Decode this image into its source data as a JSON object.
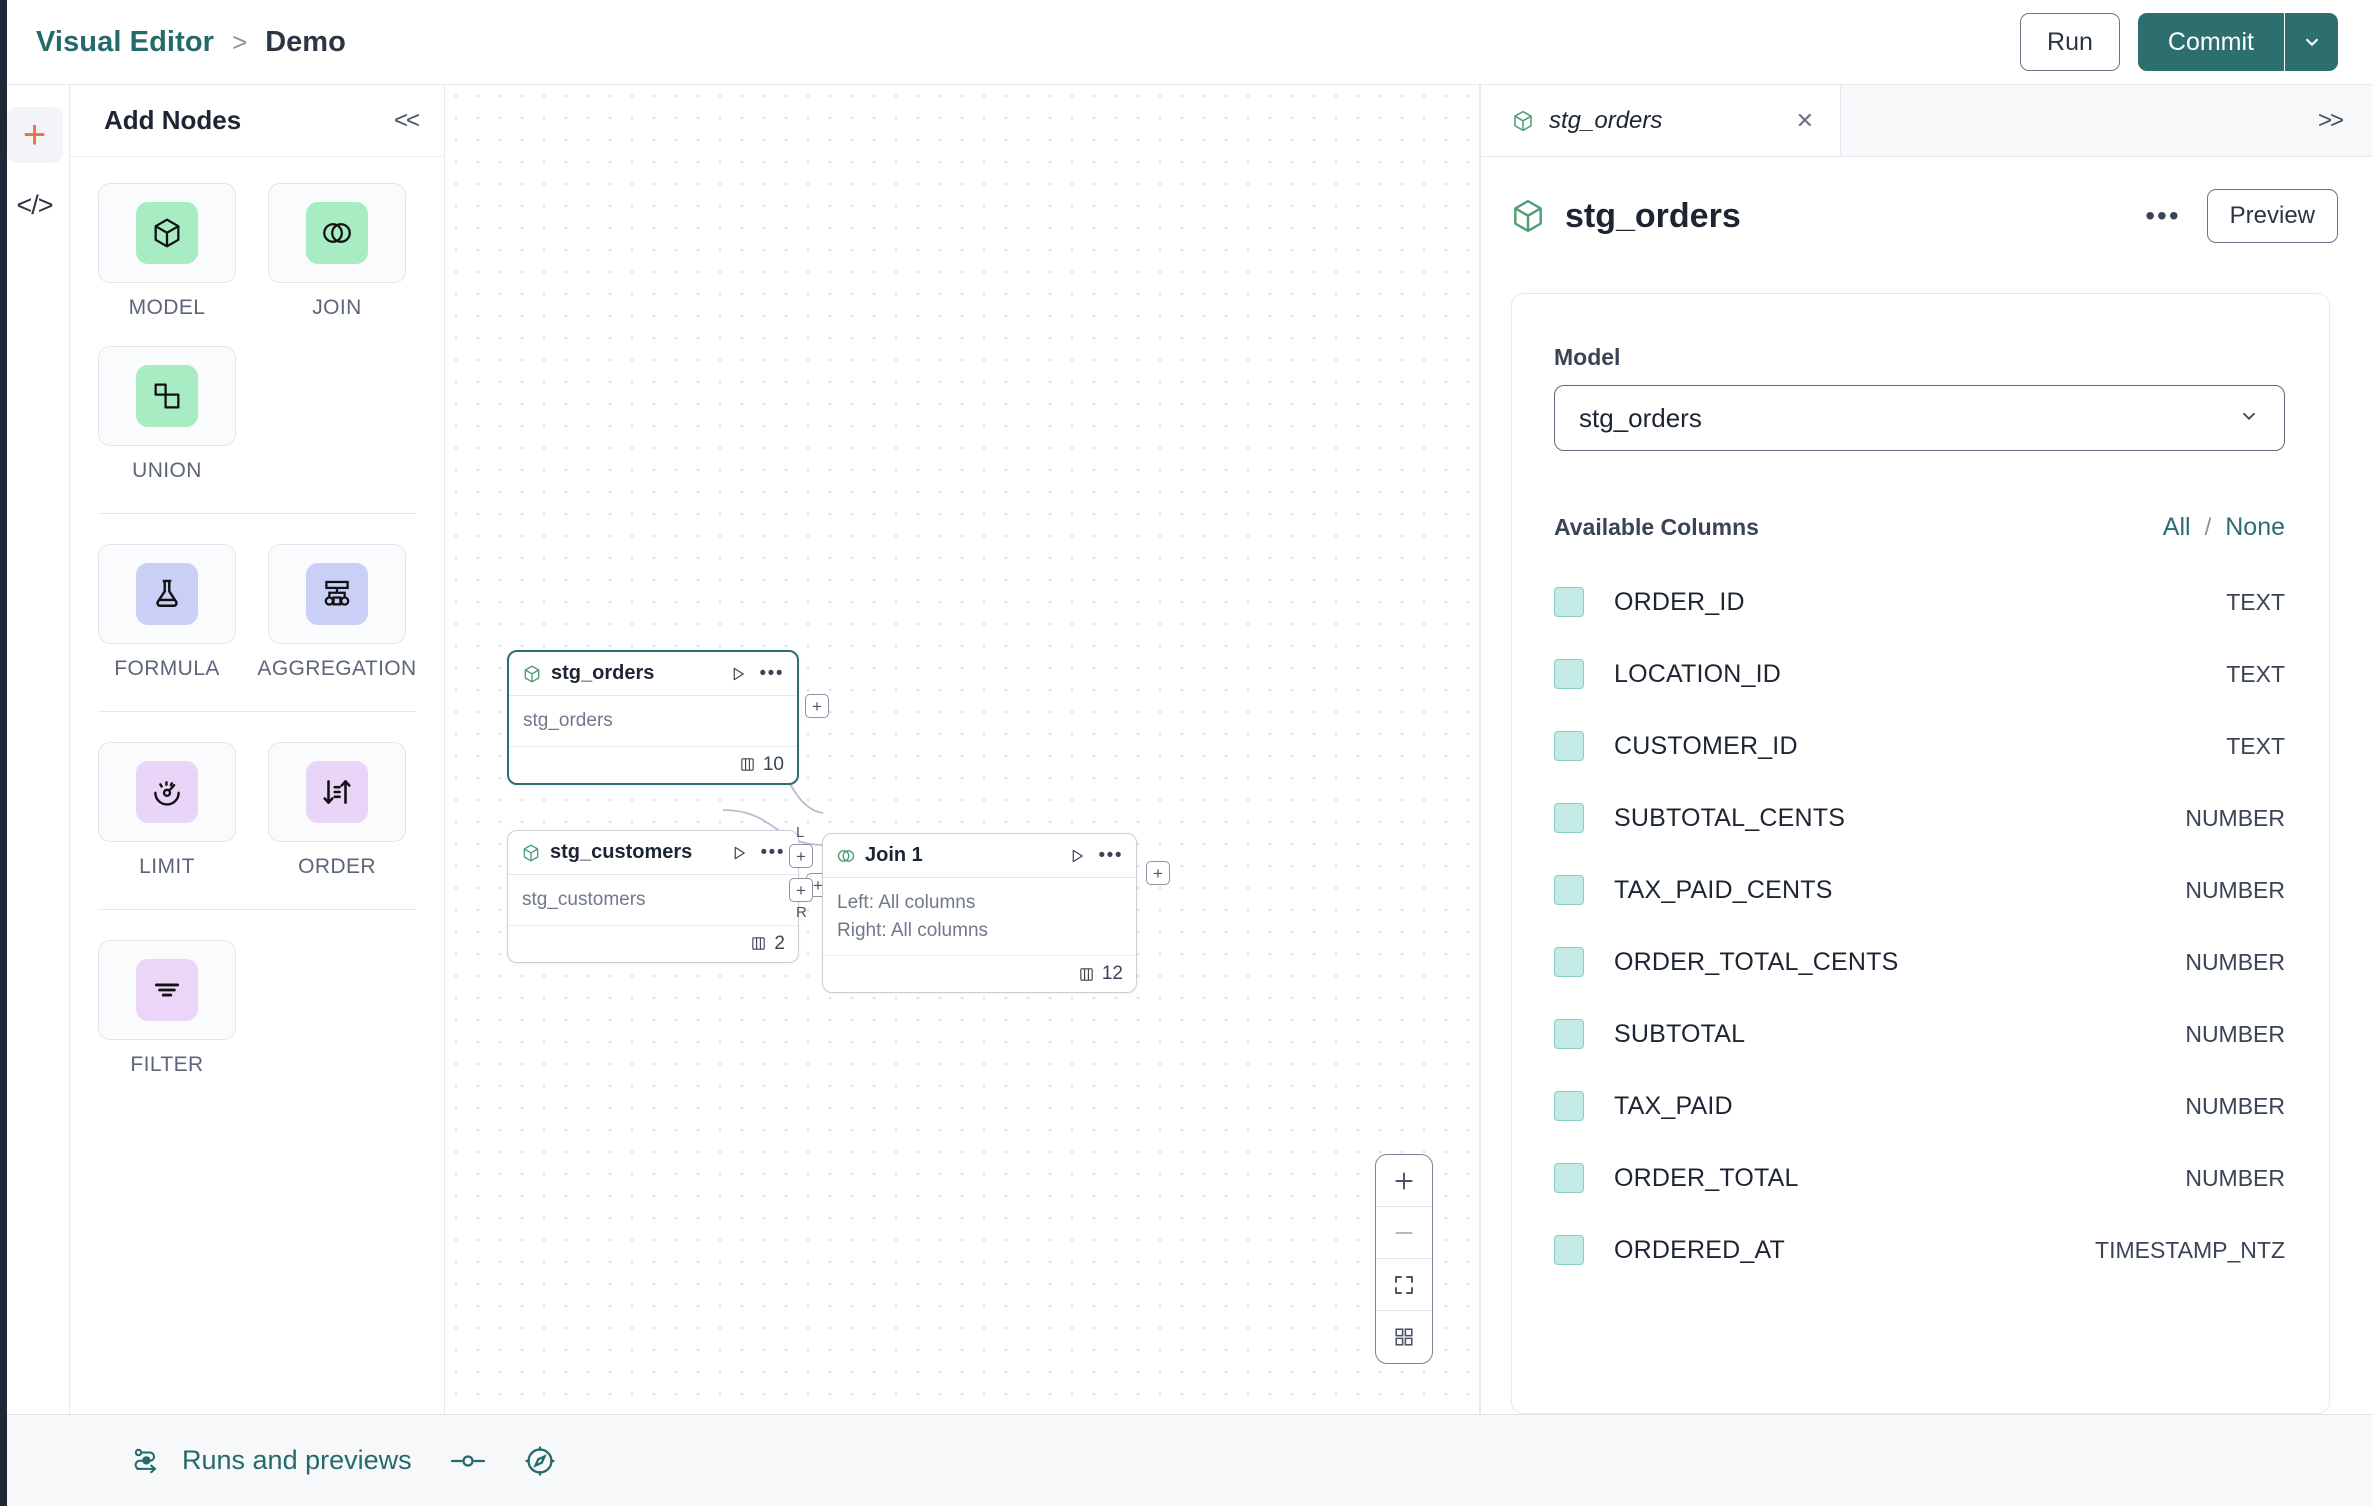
{
  "topbar": {
    "breadcrumb_root": "Visual Editor",
    "breadcrumb_sep": ">",
    "breadcrumb_current": "Demo",
    "run_label": "Run",
    "commit_label": "Commit",
    "commit_caret_icon": "chevron-down-icon"
  },
  "rail": {
    "add_icon": "plus-icon",
    "code_icon": "code-icon"
  },
  "nodes_panel": {
    "title": "Add Nodes",
    "collapse_icon": "chevron-double-left-icon",
    "groups": [
      {
        "items": [
          {
            "label": "MODEL",
            "icon": "cube-icon",
            "color": "#a8ecc4"
          },
          {
            "label": "JOIN",
            "icon": "venn-icon",
            "color": "#a8ecc4"
          },
          {
            "label": "UNION",
            "icon": "union-shapes-icon",
            "color": "#a8ecc4"
          }
        ]
      },
      {
        "items": [
          {
            "label": "FORMULA",
            "icon": "flask-icon",
            "color": "#c9cff7"
          },
          {
            "label": "AGGREGATION",
            "icon": "hierarchy-icon",
            "color": "#c9cff7"
          }
        ]
      },
      {
        "items": [
          {
            "label": "LIMIT",
            "icon": "gauge-icon",
            "color": "#e9d5f7"
          },
          {
            "label": "ORDER",
            "icon": "sort-arrows-icon",
            "color": "#e9d5f7"
          }
        ]
      },
      {
        "items": [
          {
            "label": "FILTER",
            "icon": "filter-lines-icon",
            "color": "#ecd6f8"
          }
        ]
      }
    ]
  },
  "canvas": {
    "nodes": [
      {
        "id": "stg_orders",
        "title": "stg_orders",
        "icon": "cube-icon",
        "subtitle": "stg_orders",
        "column_count": "10",
        "selected": true,
        "run_icon": "play-icon",
        "menu_icon": "ellipsis-icon",
        "columns_icon": "columns-icon"
      },
      {
        "id": "stg_customers",
        "title": "stg_customers",
        "icon": "cube-icon",
        "subtitle": "stg_customers",
        "column_count": "2",
        "selected": false,
        "run_icon": "play-icon",
        "menu_icon": "ellipsis-icon",
        "columns_icon": "columns-icon"
      },
      {
        "id": "join_1",
        "title": "Join 1",
        "icon": "venn-icon",
        "subtitle_left": "Left: All columns",
        "subtitle_right": "Right: All columns",
        "column_count": "12",
        "selected": false,
        "port_left_label": "L",
        "port_right_label": "R",
        "run_icon": "play-icon",
        "menu_icon": "ellipsis-icon",
        "columns_icon": "columns-icon"
      }
    ],
    "port_symbol": "+",
    "zoom_controls": [
      {
        "icon": "zoom-in-icon"
      },
      {
        "icon": "zoom-out-icon"
      },
      {
        "icon": "fit-view-icon"
      },
      {
        "icon": "minimap-icon"
      }
    ]
  },
  "right_panel": {
    "tab": {
      "label": "stg_orders",
      "icon": "cube-icon",
      "close_icon": "close-icon"
    },
    "expand_icon": "chevron-double-right-icon",
    "title": "stg_orders",
    "title_icon": "cube-icon",
    "menu_icon": "ellipsis-icon",
    "preview_label": "Preview",
    "model_field_label": "Model",
    "model_value": "stg_orders",
    "model_caret_icon": "chevron-down-icon",
    "columns_label": "Available Columns",
    "select_all_label": "All",
    "select_divider": "/",
    "select_none_label": "None",
    "columns": [
      {
        "name": "ORDER_ID",
        "type": "TEXT",
        "checked": true
      },
      {
        "name": "LOCATION_ID",
        "type": "TEXT",
        "checked": true
      },
      {
        "name": "CUSTOMER_ID",
        "type": "TEXT",
        "checked": true
      },
      {
        "name": "SUBTOTAL_CENTS",
        "type": "NUMBER",
        "checked": true
      },
      {
        "name": "TAX_PAID_CENTS",
        "type": "NUMBER",
        "checked": true
      },
      {
        "name": "ORDER_TOTAL_CENTS",
        "type": "NUMBER",
        "checked": true
      },
      {
        "name": "SUBTOTAL",
        "type": "NUMBER",
        "checked": true
      },
      {
        "name": "TAX_PAID",
        "type": "NUMBER",
        "checked": true
      },
      {
        "name": "ORDER_TOTAL",
        "type": "NUMBER",
        "checked": true
      },
      {
        "name": "ORDERED_AT",
        "type": "TIMESTAMP_NTZ",
        "checked": true
      }
    ]
  },
  "footer": {
    "runs_label": "Runs and previews",
    "runs_icon": "runs-flow-icon",
    "toggle_icon": "toggle-icon",
    "compass_icon": "compass-icon"
  },
  "colors": {
    "accent_teal": "#2d6e6e",
    "accent_orange": "#ef6c4a",
    "check_fill": "#c3eae5",
    "node_green": "#a8ecc4",
    "node_purple": "#c9cff7",
    "node_lilac": "#e9d5f7"
  }
}
